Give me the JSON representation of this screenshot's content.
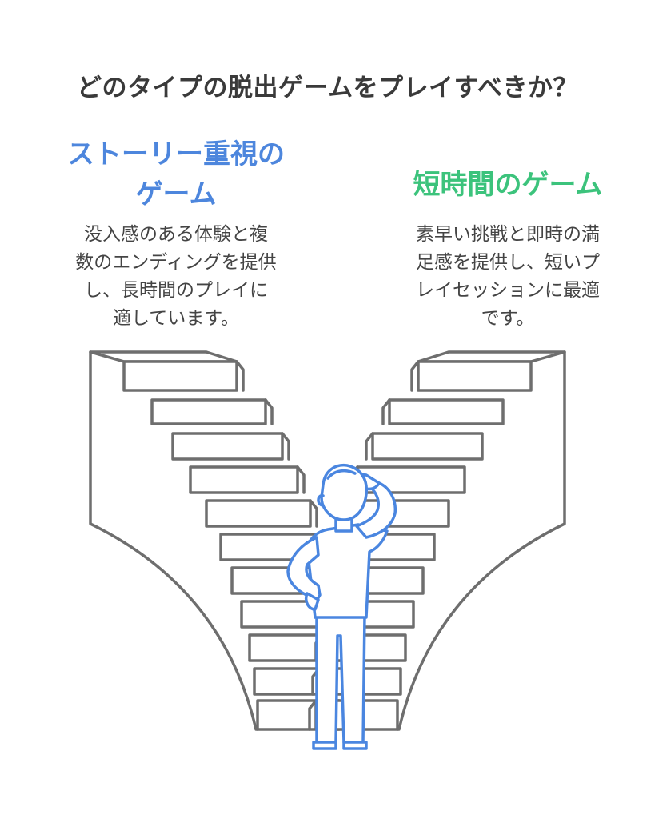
{
  "title": "どのタイプの脱出ゲームをプレイすべきか？",
  "options": [
    {
      "title_lines": [
        "ストーリー重視の",
        "ゲーム"
      ],
      "desc_lines": [
        "没入感のある体験と複",
        "数のエンディングを提供",
        "し、長時間のプレイに",
        "適しています。"
      ],
      "color": "#4d86dd"
    },
    {
      "title_lines": [
        "短時間のゲーム"
      ],
      "desc_lines": [
        "素早い挑戦と即時の満",
        "足感を提供し、短いプ",
        "レイセッションに最適",
        "です。"
      ],
      "color": "#3cc37c"
    }
  ],
  "colors": {
    "stairs": "#6e6e6e",
    "person": "#4a86e0"
  },
  "icons": [
    "left-staircase-icon",
    "right-staircase-icon",
    "thinking-person-icon"
  ]
}
